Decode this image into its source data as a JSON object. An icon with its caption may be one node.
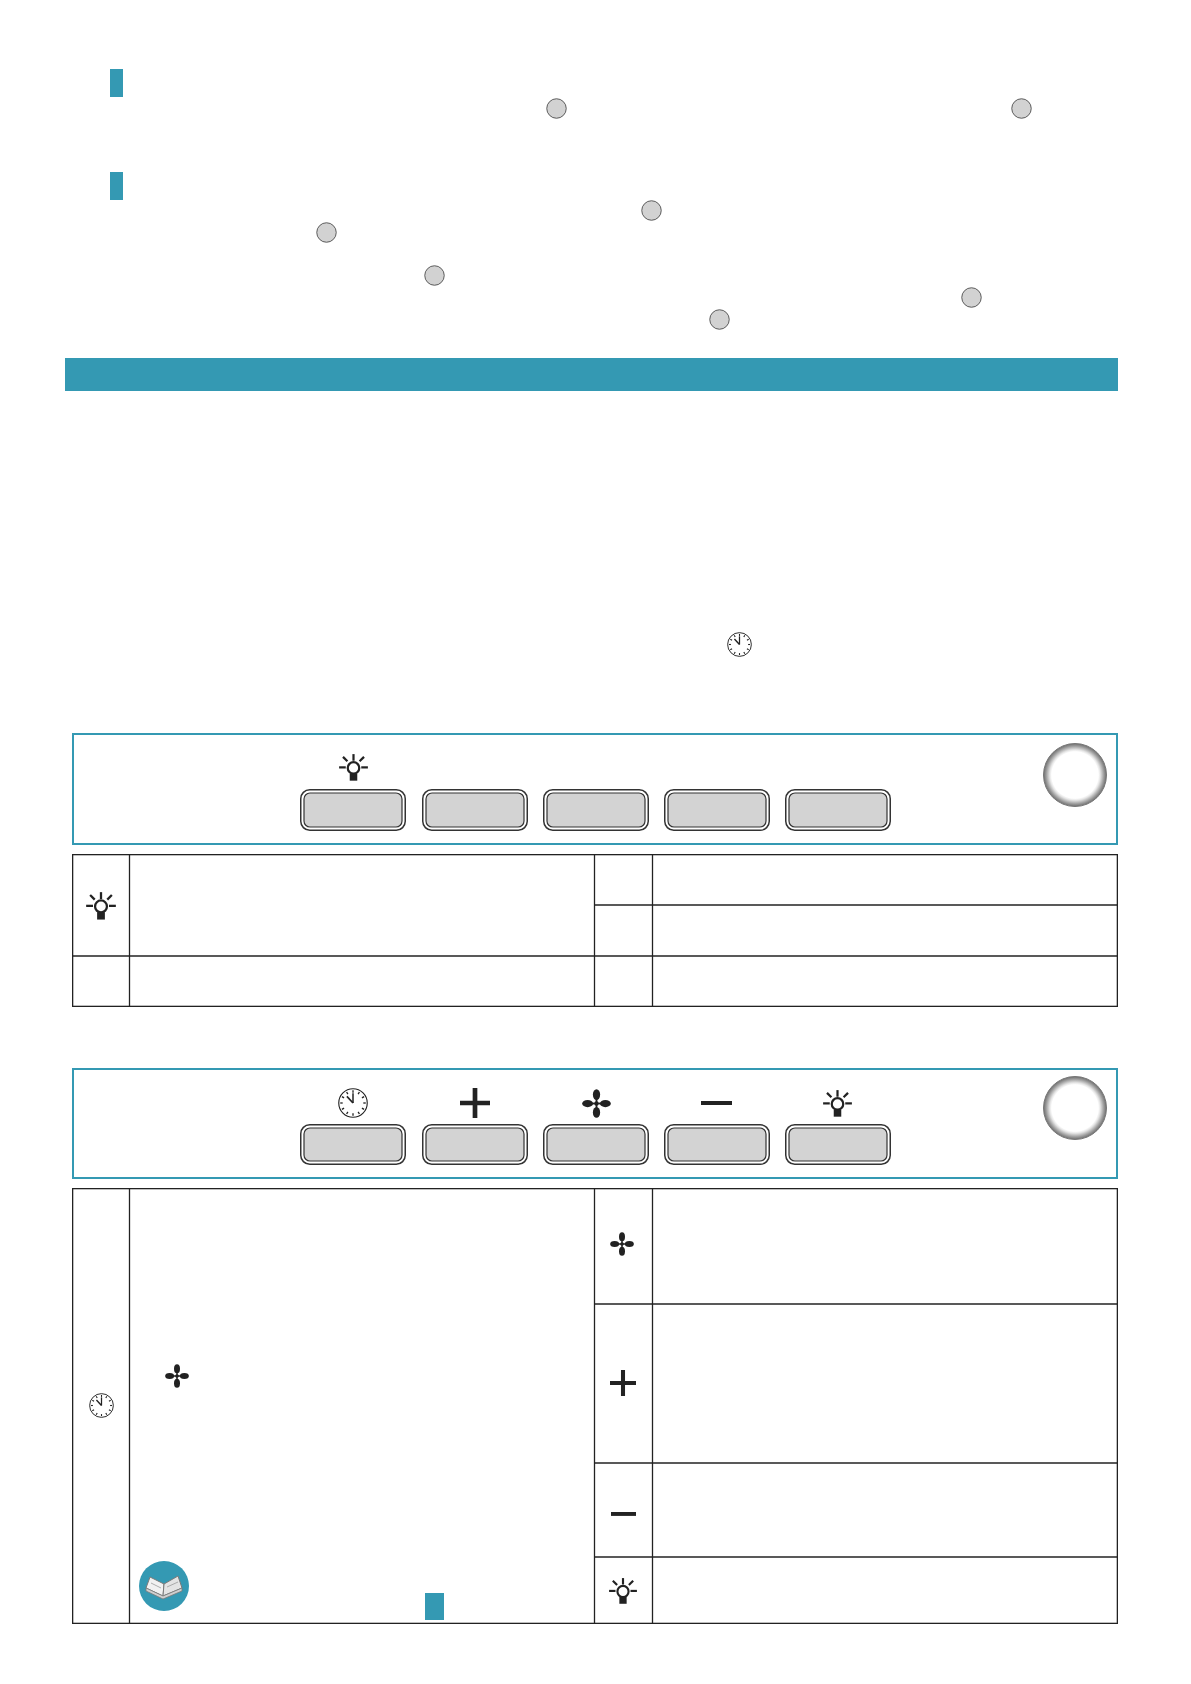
{
  "diagram": {
    "nodes": [
      {
        "text": [],
        "shape": "bar"
      },
      {
        "text": [],
        "shape": "box"
      },
      {
        "text": [],
        "shape": "box",
        "in": 1
      },
      {
        "text": [],
        "shape": "box",
        "in": 1
      },
      {
        "text": [],
        "shape": "box",
        "in": 1
      },
      {
        "text": [],
        "shape": "box",
        "in": 1
      },
      {
        "text": [],
        "shape": "box",
        "in": 1
      },
      {
        "text": [],
        "shape": "circle",
        "in": 1
      },
      {
        "text": [],
        "shape": "box"
      },
      {
        "text": [],
        "shape": "box",
        "in": 8
      },
      {
        "text": [],
        "shape": "box",
        "in": 8
      },
      {
        "text": [],
        "shape": "box",
        "in": 8
      },
      {
        "text": [],
        "shape": "box",
        "in": 8
      },
      {
        "text": [],
        "shape": "box",
        "in": 8
      },
      {
        "text": [],
        "shape": "circle",
        "in": 8
      }
    ]
  }
}
